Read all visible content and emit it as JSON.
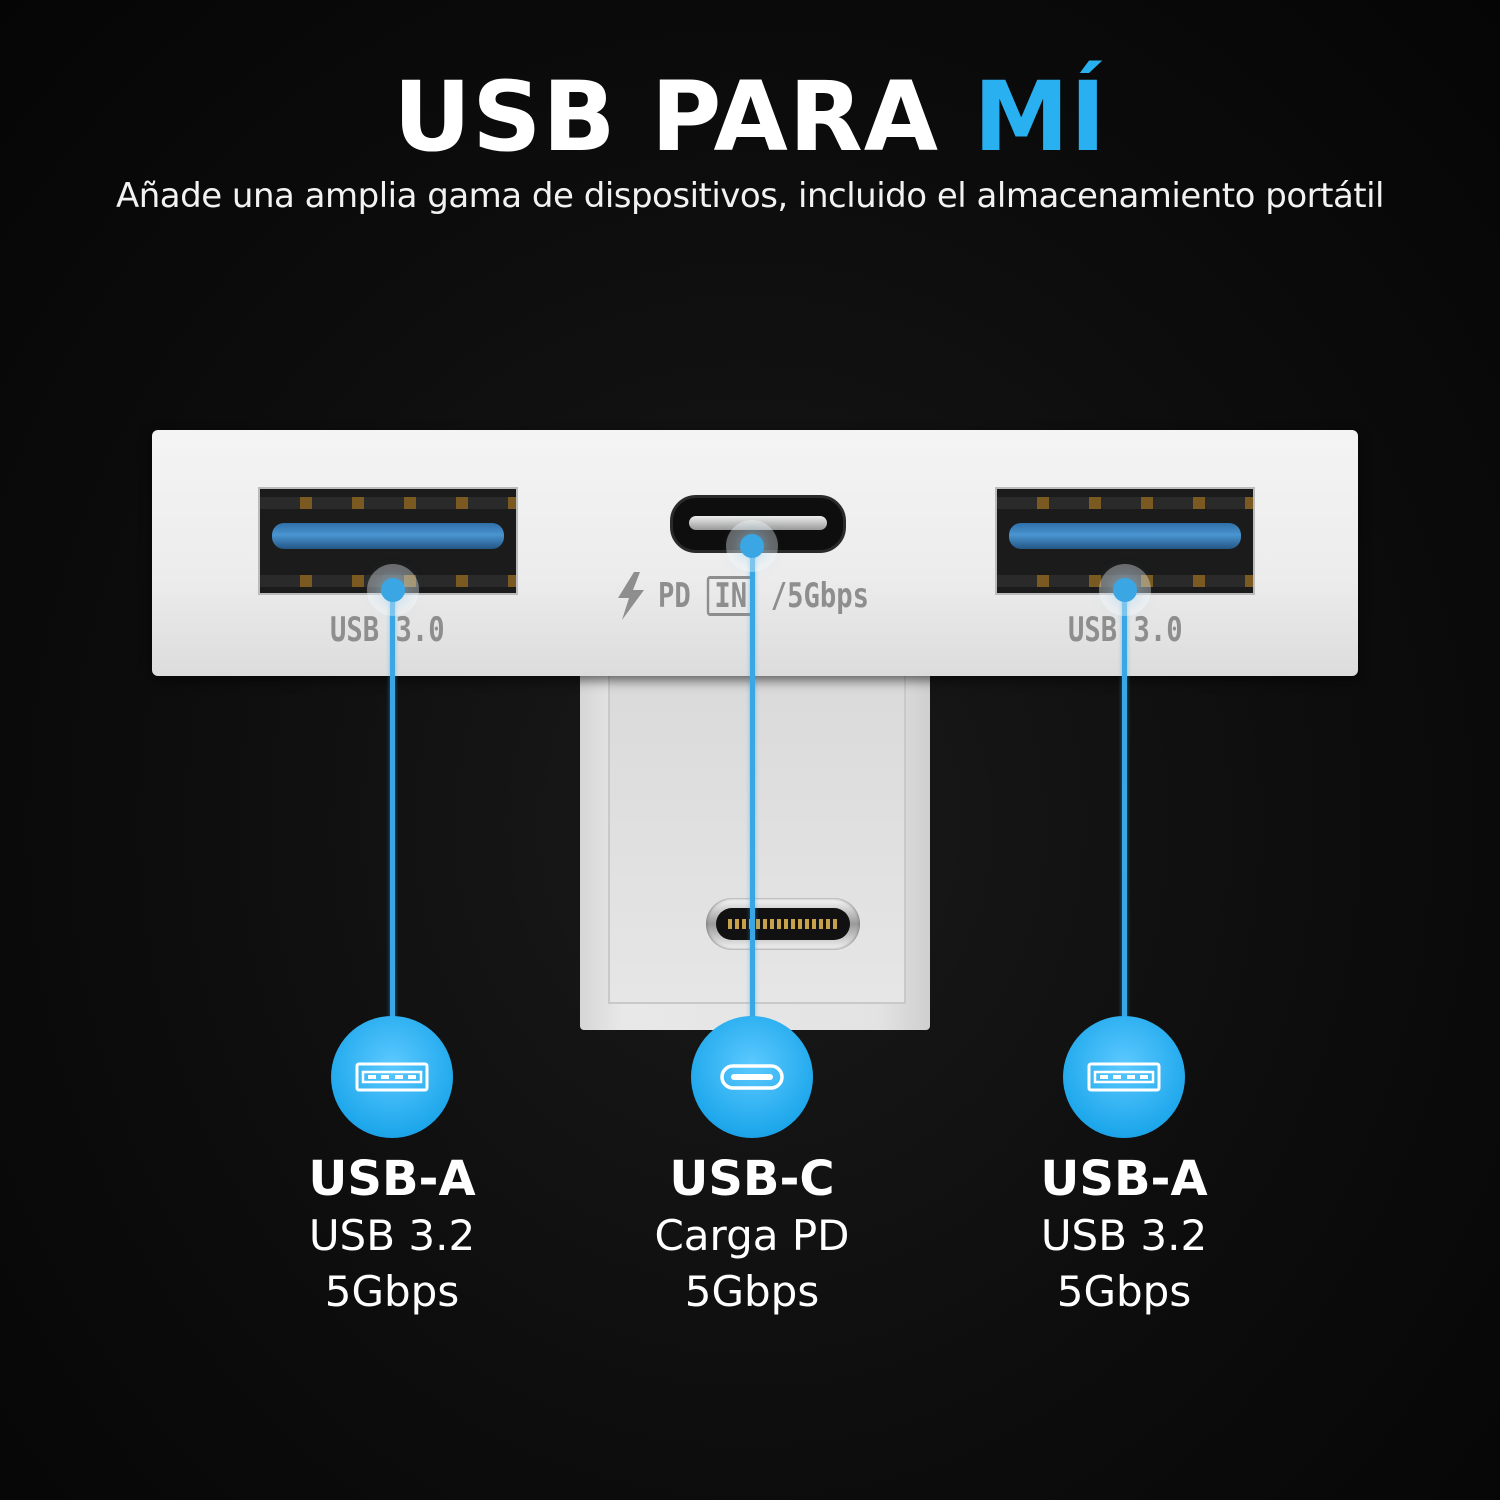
{
  "header": {
    "title_main": "USB PARA ",
    "title_accent": "MÍ",
    "subtitle": "Añade una amplia gama de dispositivos, incluido el almacenamiento portátil"
  },
  "device_print": {
    "left_port": "USB 3.0",
    "center_pd": "PD",
    "center_in": "IN",
    "center_speed": "/5Gbps",
    "right_port": "USB 3.0"
  },
  "ports": [
    {
      "name": "USB-A",
      "spec1": "USB 3.2",
      "spec2": "5Gbps",
      "icon": "usb-a-icon"
    },
    {
      "name": "USB-C",
      "spec1": "Carga PD",
      "spec2": "5Gbps",
      "icon": "usb-c-icon"
    },
    {
      "name": "USB-A",
      "spec1": "USB 3.2",
      "spec2": "5Gbps",
      "icon": "usb-a-icon"
    }
  ],
  "colors": {
    "accent": "#29b0f0",
    "background": "#0d0d0d",
    "device": "#eeeeee"
  }
}
